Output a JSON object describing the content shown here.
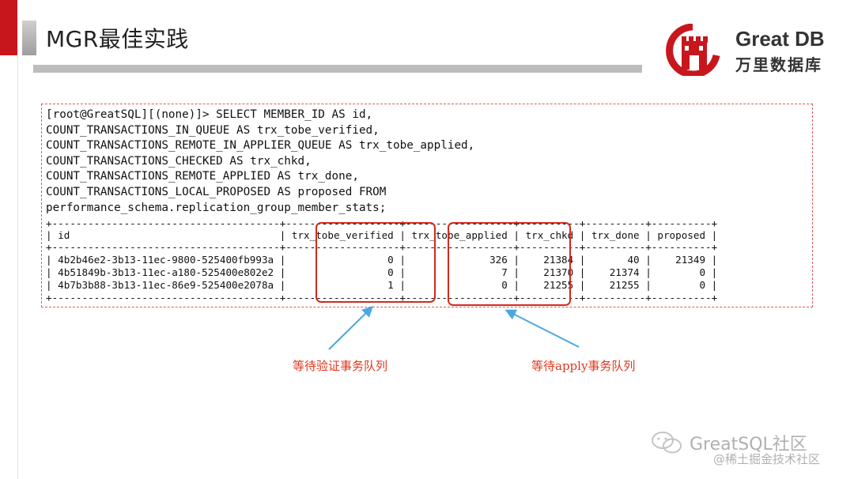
{
  "slide": {
    "title": "MGR最佳实践"
  },
  "logo": {
    "brand": "Great DB",
    "brand_cn": "万里数据库"
  },
  "terminal": {
    "command_lines": [
      "[root@GreatSQL][(none)]> SELECT MEMBER_ID AS id,",
      "COUNT_TRANSACTIONS_IN_QUEUE AS trx_tobe_verified,",
      "COUNT_TRANSACTIONS_REMOTE_IN_APPLIER_QUEUE AS trx_tobe_applied,",
      "COUNT_TRANSACTIONS_CHECKED AS trx_chkd,",
      "COUNT_TRANSACTIONS_REMOTE_APPLIED AS trx_done,",
      "COUNT_TRANSACTIONS_LOCAL_PROPOSED AS proposed FROM",
      "performance_schema.replication_group_member_stats;"
    ],
    "result_lines": {
      "border_top": "+--------------------------------------+-------------------+------------------+----------+----------+----------+",
      "header": "| id                                   | trx_tobe_verified | trx_tobe_applied | trx_chkd | trx_done | proposed |",
      "border_mid": "+--------------------------------------+-------------------+------------------+----------+----------+----------+",
      "rows": [
        "| 4b2b46e2-3b13-11ec-9800-525400fb993a |                 0 |              326 |    21384 |       40 |    21349 |",
        "| 4b51849b-3b13-11ec-a180-525400e802e2 |                 0 |                7 |    21370 |    21374 |        0 |",
        "| 4b7b3b88-3b13-11ec-86e9-525400e2078a |                 1 |                0 |    21255 |    21255 |        0 |"
      ],
      "border_bottom": "+--------------------------------------+-------------------+------------------+----------+----------+----------+"
    }
  },
  "annotations": {
    "verify_queue": "等待验证事务队列",
    "apply_queue": "等待apply事务队列"
  },
  "watermark": {
    "line1": "GreatSQL社区",
    "line2": "@稀土掘金技术社区"
  },
  "colors": {
    "accent_red": "#c8161d",
    "highlight_red": "#d32a1e",
    "arrow_blue": "#4aa8e0",
    "annotation_red": "#e0361c"
  }
}
